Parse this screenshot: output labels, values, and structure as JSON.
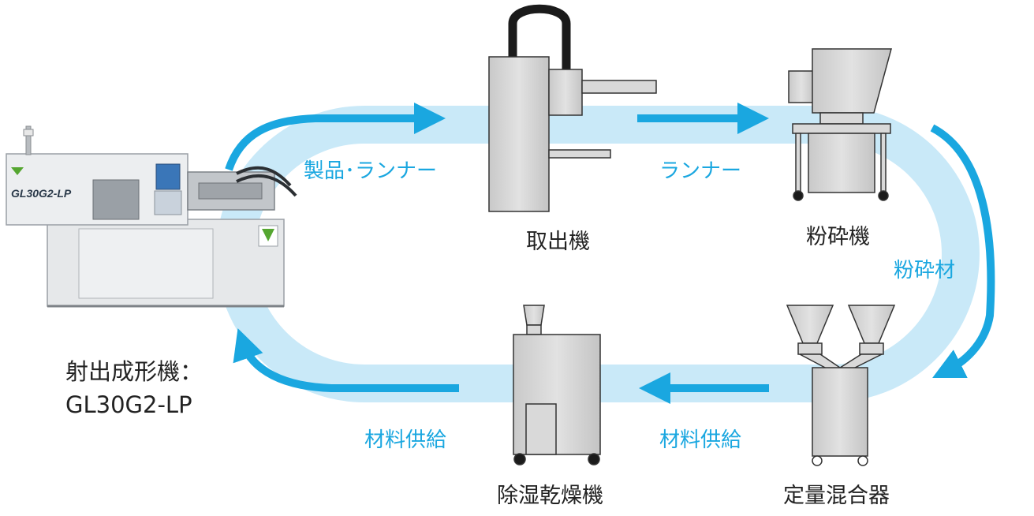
{
  "diagram": {
    "equipment": {
      "molding_machine": {
        "label": "射出成形機：",
        "model": "GL30G2-LP",
        "badge": "GL30G2-LP"
      },
      "robot": {
        "label": "取出機"
      },
      "crusher": {
        "label": "粉砕機"
      },
      "mixer": {
        "label": "定量混合器"
      },
      "dryer": {
        "label": "除湿乾燥機"
      }
    },
    "flows": {
      "molding_to_robot": "製品･ランナー",
      "robot_to_crusher": "ランナー",
      "crusher_to_mixer": "粉砕材",
      "mixer_to_dryer": "材料供給",
      "dryer_to_molding": "材料供給"
    },
    "colors": {
      "loop_band": "#c9e9f8",
      "arrow": "#1aa7e0",
      "equipment_fill": "#d9d9d9",
      "equipment_stroke": "#333333",
      "label_text": "#222222"
    }
  }
}
